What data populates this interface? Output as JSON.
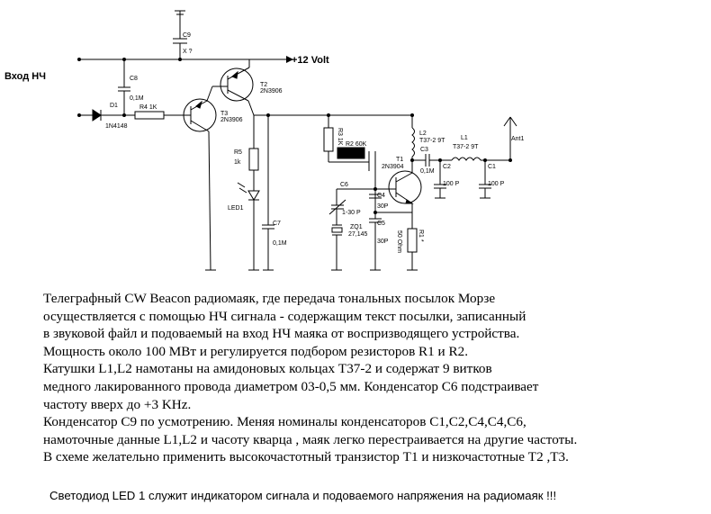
{
  "schematic": {
    "input_label": "Вход НЧ",
    "supply_label": "+12 Volt",
    "c9": {
      "ref": "C9",
      "value": "X ?"
    },
    "c8": {
      "ref": "C8",
      "value": "0,1M"
    },
    "d1": {
      "ref": "D1",
      "value": "1N4148"
    },
    "r4": {
      "label": "R4 1K"
    },
    "t3": {
      "ref": "T3",
      "value": "2N3906"
    },
    "t2": {
      "ref": "T2",
      "value": "2N3906"
    },
    "r5": {
      "ref": "R5",
      "value": "1k"
    },
    "led1": {
      "ref": "LED1"
    },
    "c7": {
      "ref": "C7",
      "value": "0,1M"
    },
    "r3": {
      "label": "R3 1K"
    },
    "r2": {
      "label": "R2 60K"
    },
    "l2": {
      "ref": "L2",
      "value": "T37-2 9T"
    },
    "t1": {
      "ref": "T1",
      "value": "2N3904"
    },
    "c3": {
      "ref": "C3",
      "value": "0,1M"
    },
    "l1": {
      "ref": "L1",
      "value": "T37-2 9T"
    },
    "ant1": {
      "ref": "Ant1"
    },
    "c2": {
      "ref": "C2",
      "value": "100 P"
    },
    "c1": {
      "ref": "C1",
      "value": "100 P"
    },
    "c6": {
      "ref": "C6",
      "value": "1-30 P"
    },
    "c4": {
      "ref": "C4",
      "value": "30P"
    },
    "zq1": {
      "ref": "ZQ1",
      "value": "27,145"
    },
    "c5": {
      "ref": "C5",
      "value": "30P"
    },
    "r1": {
      "ref": "R1 *",
      "value": "50 Ohm"
    }
  },
  "description": [
    "Телеграфный CW Beacon радиомаяк, где передача тональных посылок Морзе",
    "осуществляется с помощью НЧ сигнала - содержащим текст посылки, записанный",
    "в звуковой файл и подоваемый на вход НЧ маяка от воспризводящего устройства.",
    "Мощность около 100 МВт и регулируется подбором резисторов R1 и R2.",
    "Катушки L1,L2 намотаны на амидоновых кольцах Т37-2 и содержат 9 витков",
    "медного лакированного провода диаметром 03-0,5 мм. Конденсатор С6 подстраивает",
    "частоту вверх до +3 KHz.",
    "Конденсатор С9 по усмотрению. Меняя номиналы конденсаторов С1,С2,С4,С4,С6,",
    "намоточные данные L1,L2 и часоту кварца , маяк легко перестраивается на другие частоты.",
    "В схеме желательно применить высокочастотный транзистор Т1 и низкочастотные Т2 ,Т3."
  ],
  "footer": "Светодиод LED 1 служит индикатором сигнала и подоваемого напряжения на радиомаяк !!!"
}
